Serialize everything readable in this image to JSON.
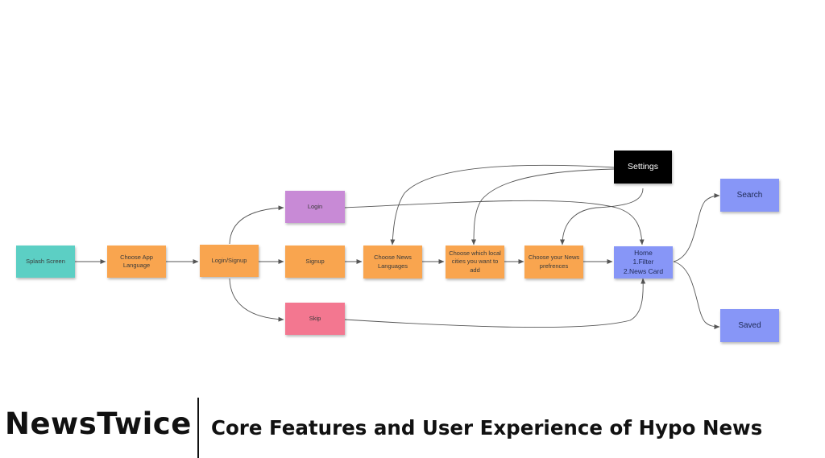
{
  "diagram": {
    "nodes": {
      "splash": {
        "label": "Splash Screen",
        "color": "#5ccfc4"
      },
      "choose_app_language": {
        "label": "Choose App Language",
        "color": "#f9a54f"
      },
      "login_signup": {
        "label": "Login/Signup",
        "color": "#f9a54f"
      },
      "login": {
        "label": "Login",
        "color": "#c88ad6"
      },
      "signup": {
        "label": "Signup",
        "color": "#f9a54f"
      },
      "skip": {
        "label": "Skip",
        "color": "#f37790"
      },
      "choose_news_languages": {
        "label": "Choose News Languages",
        "color": "#f9a54f"
      },
      "choose_local_cities": {
        "label": "Choose which local cities you want to add",
        "color": "#f9a54f"
      },
      "choose_news_preferences": {
        "label": "Choose your News prefrences",
        "color": "#f9a54f"
      },
      "home": {
        "label": "Home\n1.Filter\n2.News Card",
        "color": "#8796f7"
      },
      "settings": {
        "label": "Settings",
        "color": "#000000"
      },
      "search": {
        "label": "Search",
        "color": "#8796f7"
      },
      "saved": {
        "label": "Saved",
        "color": "#8796f7"
      }
    },
    "edges": [
      {
        "from": "splash",
        "to": "choose_app_language"
      },
      {
        "from": "choose_app_language",
        "to": "login_signup"
      },
      {
        "from": "login_signup",
        "to": "login"
      },
      {
        "from": "login_signup",
        "to": "signup"
      },
      {
        "from": "login_signup",
        "to": "skip"
      },
      {
        "from": "signup",
        "to": "choose_news_languages"
      },
      {
        "from": "choose_news_languages",
        "to": "choose_local_cities"
      },
      {
        "from": "choose_local_cities",
        "to": "choose_news_preferences"
      },
      {
        "from": "choose_news_preferences",
        "to": "home"
      },
      {
        "from": "login",
        "to": "home"
      },
      {
        "from": "skip",
        "to": "home"
      },
      {
        "from": "settings",
        "to": "choose_news_languages"
      },
      {
        "from": "settings",
        "to": "choose_local_cities"
      },
      {
        "from": "settings",
        "to": "choose_news_preferences"
      },
      {
        "from": "home",
        "to": "search"
      },
      {
        "from": "home",
        "to": "saved"
      }
    ],
    "edge_color": "#555555"
  },
  "footer": {
    "brand": "NewsTwice",
    "subtitle": "Core Features and User Experience of Hypo News"
  }
}
